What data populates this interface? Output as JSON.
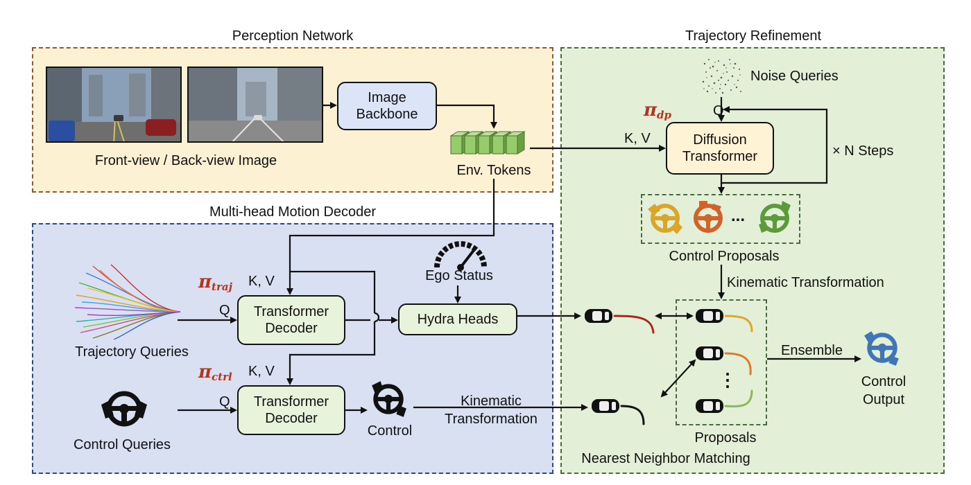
{
  "panels": {
    "perception": "Perception Network",
    "refinement": "Trajectory Refinement",
    "decoder": "Multi-head Motion Decoder"
  },
  "perception": {
    "image_caption": "Front-view / Back-view Image",
    "backbone_label": "Image\nBackbone",
    "tokens_label": "Env. Tokens"
  },
  "refinement": {
    "noise_label": "Noise Queries",
    "pi_symbol": "π",
    "pi_sub": "dp",
    "q_label": "Q",
    "kv_label": "K, V",
    "diffusion_label": "Diffusion\nTransformer",
    "steps_label": "× N Steps",
    "proposals_ellipsis": "...",
    "control_proposals_label": "Control Proposals",
    "kinematic_label": "Kinematic Transformation",
    "proposals_label": "Proposals",
    "ellipsis_v": "⋮",
    "nn_label": "Nearest Neighbor Matching",
    "ensemble_label": "Ensemble",
    "control_output_label": "Control\nOutput"
  },
  "decoder": {
    "traj_queries_label": "Trajectory Queries",
    "control_queries_label": "Control Queries",
    "pi_symbol": "π",
    "pi_traj_sub": "traj",
    "pi_ctrl_sub": "ctrl",
    "kv_label": "K, V",
    "q_label": "Q",
    "transformer_label": "Transformer\nDecoder",
    "ego_label": "Ego Status",
    "hydra_label": "Hydra Heads",
    "control_label": "Control",
    "kinematic_label": "Kinematic\nTransformation"
  },
  "colors": {
    "yellow_panel": "#fdf1d4",
    "green_panel": "#e3efd6",
    "blue_panel": "#d9e0f2",
    "pi_red": "#b5321f",
    "wheel_yellow": "#d9a62a",
    "wheel_orange": "#d0622a",
    "wheel_green": "#5b9b3a",
    "wheel_blue": "#3f76b8",
    "traj_red": "#a8271d",
    "traj_yellow": "#e0a530",
    "traj_orange": "#e07a2a",
    "traj_green": "#8ab85a"
  },
  "icons": [
    "street-camera-image",
    "token-stack-icon",
    "noise-icon",
    "speedometer-icon",
    "trajectory-fan-icon",
    "steering-wheel-icon",
    "car-icon"
  ]
}
